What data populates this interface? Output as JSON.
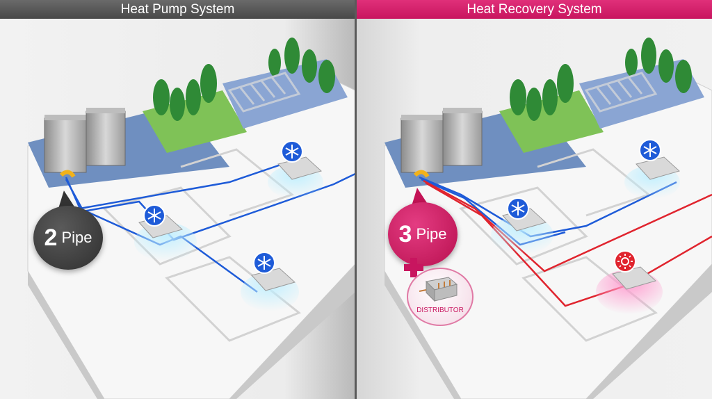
{
  "left_panel": {
    "title": "Heat Pump System",
    "pipe_number": "2",
    "pipe_word": "Pipe",
    "indoor_mode_icon": "snowflake-icon"
  },
  "right_panel": {
    "title": "Heat Recovery System",
    "pipe_number": "3",
    "pipe_word": "Pipe",
    "distributor_label": "DISTRIBUTOR",
    "indoor_mode_icons": [
      "snowflake-icon",
      "snowflake-icon",
      "sun-icon"
    ]
  },
  "colors": {
    "heat_pump_header": "#555555",
    "heat_recovery_header": "#d11f68",
    "cooling_pipe": "#1e5bd8",
    "heating_pipe": "#e0242e",
    "cooling_airflow": "#8fd8f0",
    "heating_airflow": "#f08ac0"
  }
}
